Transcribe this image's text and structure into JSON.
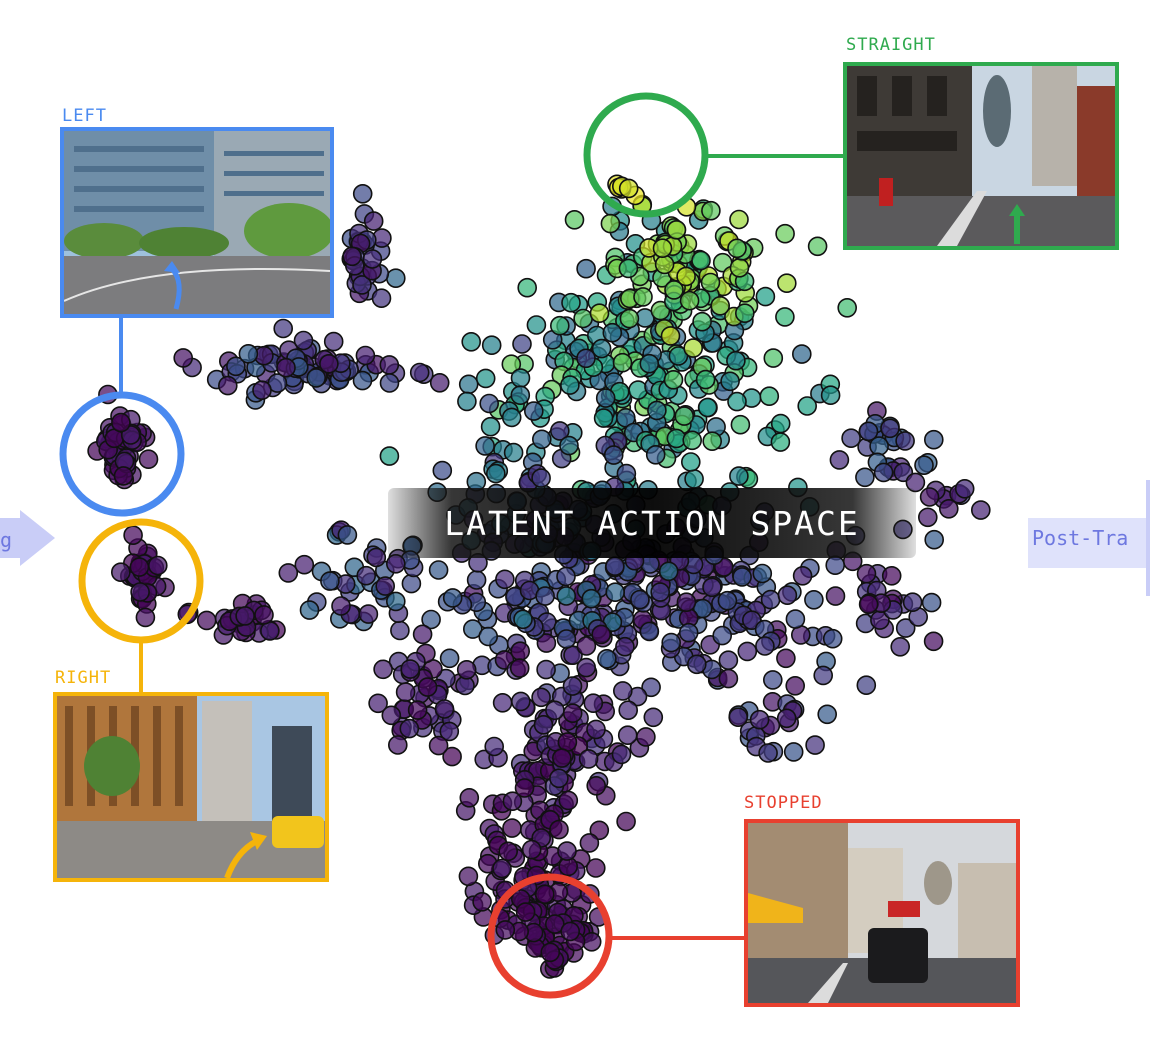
{
  "center_title": "LATENT ACTION SPACE",
  "side_left_text": "g",
  "side_right_text": "Post-Tra",
  "clusters": {
    "left": {
      "label": "LEFT",
      "color": "#4a8af0"
    },
    "straight": {
      "label": "STRAIGHT",
      "color": "#2faa4e"
    },
    "right": {
      "label": "RIGHT",
      "color": "#f5b40a"
    },
    "stopped": {
      "label": "STOPPED",
      "color": "#e8402f"
    }
  },
  "colormap": "viridis"
}
